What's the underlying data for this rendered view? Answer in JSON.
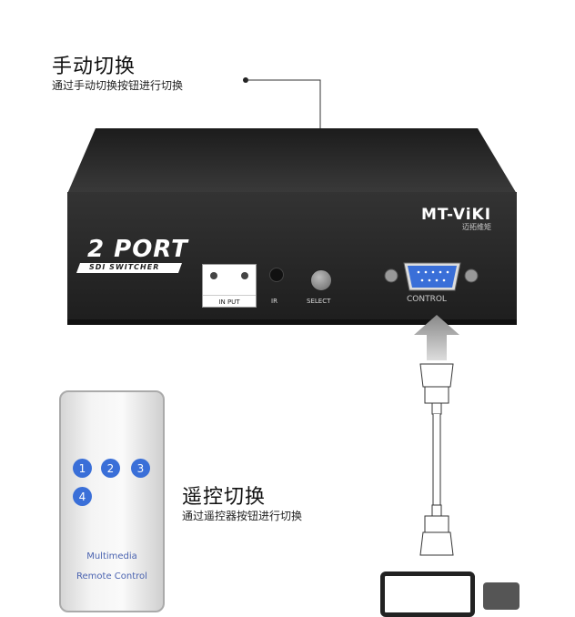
{
  "manual": {
    "title": "手动切换",
    "desc": "通过手动切换按钮进行切换"
  },
  "remote_section": {
    "title": "遥控切换",
    "desc": "通过遥控器按钮进行切换"
  },
  "device": {
    "brand": "MT-ViKI",
    "brand_cn": "迈拓维矩",
    "model_big": "2 PORT",
    "model_small": "SDI SWITCHER",
    "input_label": "IN PUT",
    "ir_label": "IR",
    "select_label": "SELECT",
    "control_label": "CONTROL"
  },
  "remote": {
    "buttons": [
      "1",
      "2",
      "3",
      "4"
    ],
    "line1": "Multimedia",
    "line2": "Remote Control"
  },
  "colors": {
    "accent_blue": "#3a6fd8",
    "device_body": "#2a2a2a"
  }
}
